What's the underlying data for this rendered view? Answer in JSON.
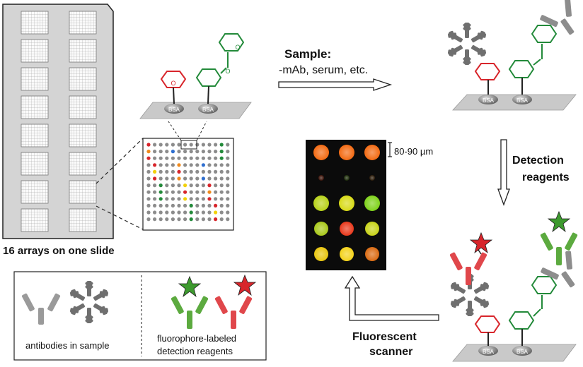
{
  "slide": {
    "caption": "16 arrays on one slide"
  },
  "sample": {
    "title": "Sample:",
    "subtitle": "-mAb, serum, etc."
  },
  "detection": {
    "line1": "Detection",
    "line2": "reagents"
  },
  "scanner": {
    "line1": "Fluorescent",
    "line2": "scanner",
    "scale_label": "80-90 µm"
  },
  "legend": {
    "left_label": "antibodies in sample",
    "right_line1": "fluorophore-labeled",
    "right_line2": "detection reagents"
  },
  "bsa_label": "BSA",
  "colors": {
    "red": "#d8252b",
    "green": "#238a3a",
    "gray": "#8c8c8c",
    "dot_yellow": "#f2d10a",
    "dot_blue": "#2f6fd0",
    "dot_orange": "#f08a1c"
  }
}
